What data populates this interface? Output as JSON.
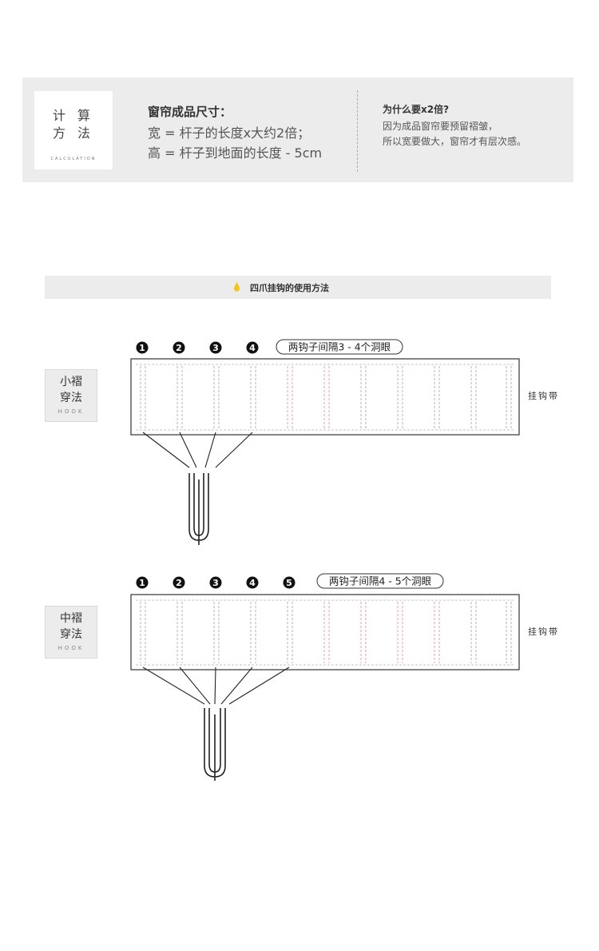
{
  "calculation": {
    "card_title_line1": "计 算",
    "card_title_line2": "方 法",
    "card_subtitle": "CALCULATION",
    "size_title": "窗帘成品尺寸：",
    "width_line": "宽 = 杆子的长度x大约2倍；",
    "height_line": "高 = 杆子到地面的长度 - 5cm",
    "why_title": "为什么要x2倍?",
    "why_line1": "因为成品窗帘要预留褶皱，",
    "why_line2": "所以宽要做大，窗帘才有层次感。"
  },
  "guide": {
    "title": "四爪挂钩的使用方法",
    "accent_color": "#f5c518"
  },
  "methods": [
    {
      "label_line1": "小褶",
      "label_line2": "穿法",
      "label_sub": "HOOK",
      "numbers": [
        "1",
        "2",
        "3",
        "4"
      ],
      "note": "两钩子间隔3 - 4个洞眼",
      "tape_label": "挂钩带"
    },
    {
      "label_line1": "中褶",
      "label_line2": "穿法",
      "label_sub": "HOOK",
      "numbers": [
        "1",
        "2",
        "3",
        "4",
        "5"
      ],
      "note": "两钩子间隔4 - 5个洞眼",
      "tape_label": "挂钩带"
    }
  ],
  "colors": {
    "banner_bg": "#ececec",
    "stitch_gray": "#b4b4b4",
    "stitch_pink": "#e8a0a8",
    "outline": "#333333"
  }
}
